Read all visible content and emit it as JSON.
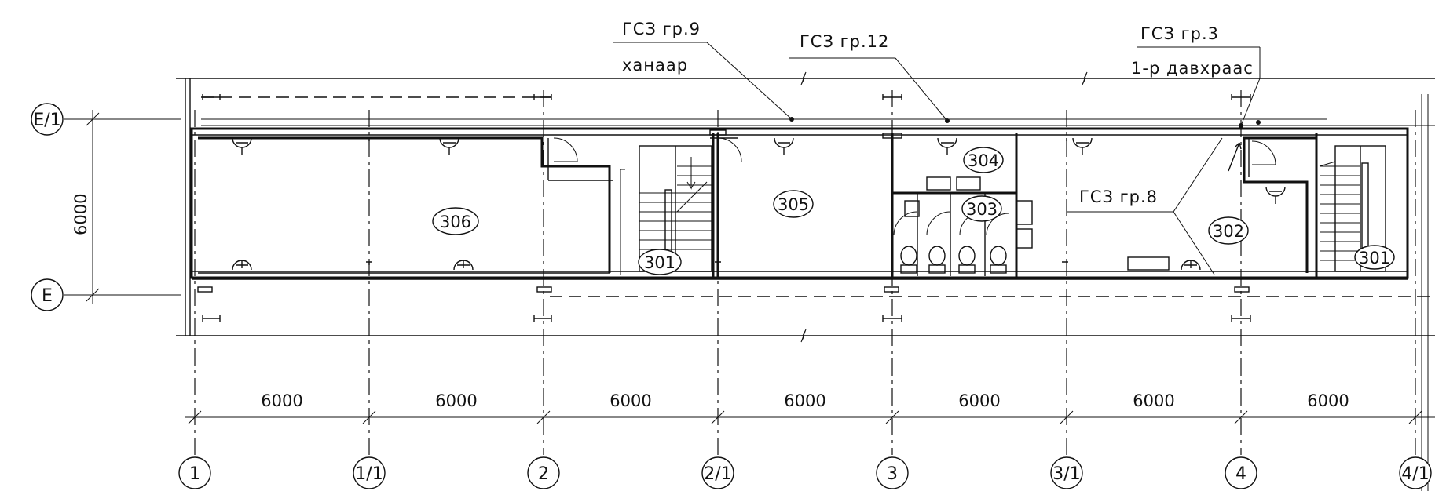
{
  "axes_vertical": [
    {
      "label": "1"
    },
    {
      "label": "1/1"
    },
    {
      "label": "2"
    },
    {
      "label": "2/1"
    },
    {
      "label": "3"
    },
    {
      "label": "3/1"
    },
    {
      "label": "4"
    },
    {
      "label": "4/1"
    }
  ],
  "axes_horizontal": [
    {
      "label": "Е/1"
    },
    {
      "label": "Е"
    }
  ],
  "dimensions_bottom": [
    "6000",
    "6000",
    "6000",
    "6000",
    "6000",
    "6000",
    "6000"
  ],
  "dimension_left": "6000",
  "rooms": [
    {
      "id": "306"
    },
    {
      "id": "305"
    },
    {
      "id": "304"
    },
    {
      "id": "303"
    },
    {
      "id": "302"
    },
    {
      "id": "301a",
      "label": "301"
    },
    {
      "id": "301b",
      "label": "301"
    }
  ],
  "annotations": {
    "gsz9": "ГСЗ гр.9",
    "khanaar": "ханаар",
    "gsz12": "ГСЗ гр.12",
    "gsz3": "ГСЗ гр.3",
    "davkhraas": "1-р давхраас",
    "gsz8": "ГСЗ гр.8"
  }
}
